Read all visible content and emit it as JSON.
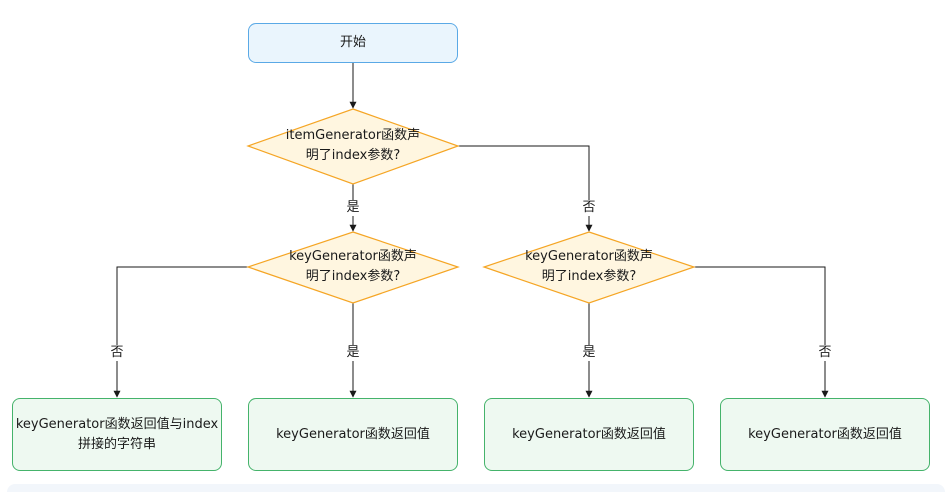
{
  "diagram": {
    "start": "开始",
    "decision_item_index": "itemGenerator函数声\n明了index参数?",
    "decision_key_index_left": "keyGenerator函数声\n明了index参数?",
    "decision_key_index_right": "keyGenerator函数声\n明了index参数?",
    "label_yes_main": "是",
    "label_no_main": "否",
    "label_no_left": "否",
    "label_yes_left": "是",
    "label_yes_right": "是",
    "label_no_right": "否",
    "result_1": "keyGenerator函数返回值与index\n拼接的字符串",
    "result_2": "keyGenerator函数返回值",
    "result_3": "keyGenerator函数返回值",
    "result_4": "keyGenerator函数返回值"
  },
  "colors": {
    "start_fill": "#eaf5fd",
    "start_border": "#5aa9e6",
    "decision_fill": "#fff6e0",
    "decision_border": "#f5a524",
    "result_fill": "#eef9f1",
    "result_border": "#45b36b",
    "connector": "#1a1a1a"
  }
}
